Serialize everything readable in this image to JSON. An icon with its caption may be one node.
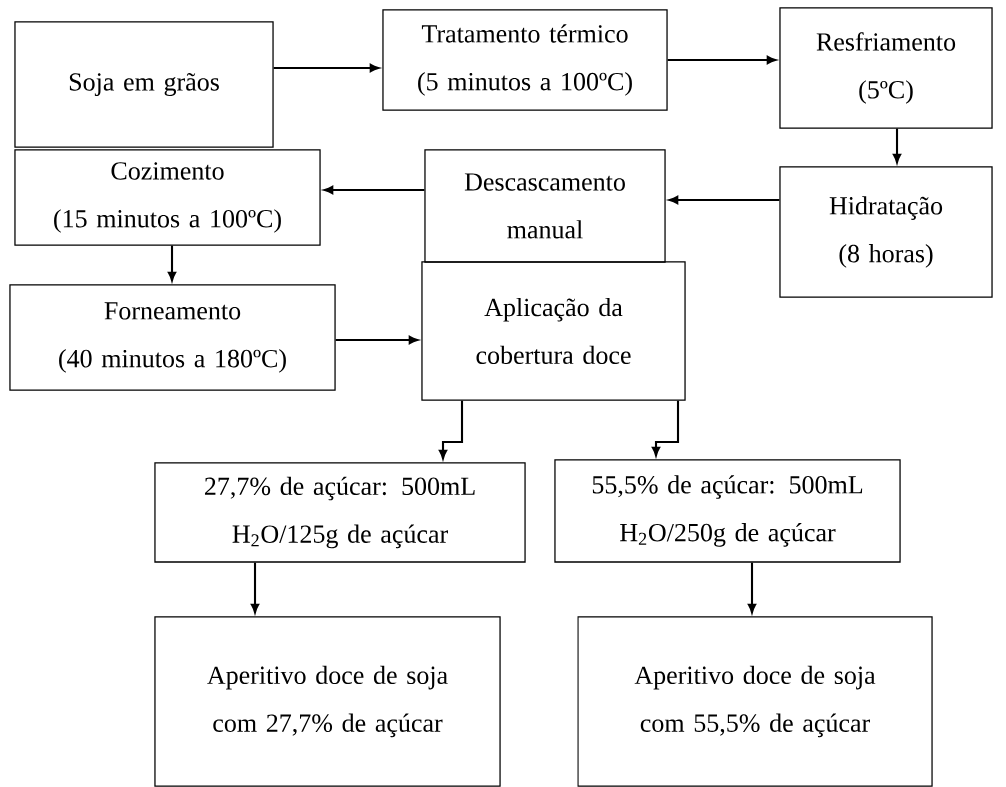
{
  "diagram": {
    "nodes": [
      {
        "text": [
          "Soja em grãos"
        ]
      },
      {
        "text": [
          "Tratamento térmico",
          "(5 minutos a 100ºC)"
        ]
      },
      {
        "text": [
          "Resfriamento",
          "(5ºC)"
        ]
      },
      {
        "text": [
          "Hidratação",
          "(8 horas)"
        ]
      },
      {
        "text": [
          "Descascamento manual"
        ]
      },
      {
        "text": [
          "Cozimento",
          "(15 minutos a 100ºC)"
        ]
      },
      {
        "text": [
          "Forneamento",
          "(40 minutos a 180ºC)"
        ]
      },
      {
        "text": [
          "Aplicação da cobertura doce"
        ]
      },
      {
        "text": [
          "27,7% de açúcar: 500mL H$_{2}$O/125g de açúcar"
        ]
      },
      {
        "text": [
          "55,5% de açúcar: 500mL H$_{2}$O/250g de açúcar"
        ]
      },
      {
        "text": [
          "Aperitivo doce de soja com 27,7% de açúcar"
        ]
      },
      {
        "text": [
          "Aperitivo doce de soja com 55,5% de açúcar"
        ]
      }
    ],
    "edges": [
      {
        "from": 0,
        "to": 1,
        "arrow": "to"
      },
      {
        "from": 1,
        "to": 2,
        "arrow": "to"
      },
      {
        "from": 2,
        "to": 3,
        "arrow": "to"
      },
      {
        "from": 3,
        "to": 4,
        "arrow": "to"
      },
      {
        "from": 4,
        "to": 5,
        "arrow": "to"
      },
      {
        "from": 5,
        "to": 6,
        "arrow": "to"
      },
      {
        "from": 6,
        "to": 7,
        "arrow": "to"
      },
      {
        "from": 7,
        "to": 8,
        "arrow": "to"
      },
      {
        "from": 7,
        "to": 9,
        "arrow": "to"
      },
      {
        "from": 8,
        "to": 10,
        "arrow": "to"
      },
      {
        "from": 9,
        "to": 11,
        "arrow": "to"
      }
    ]
  }
}
